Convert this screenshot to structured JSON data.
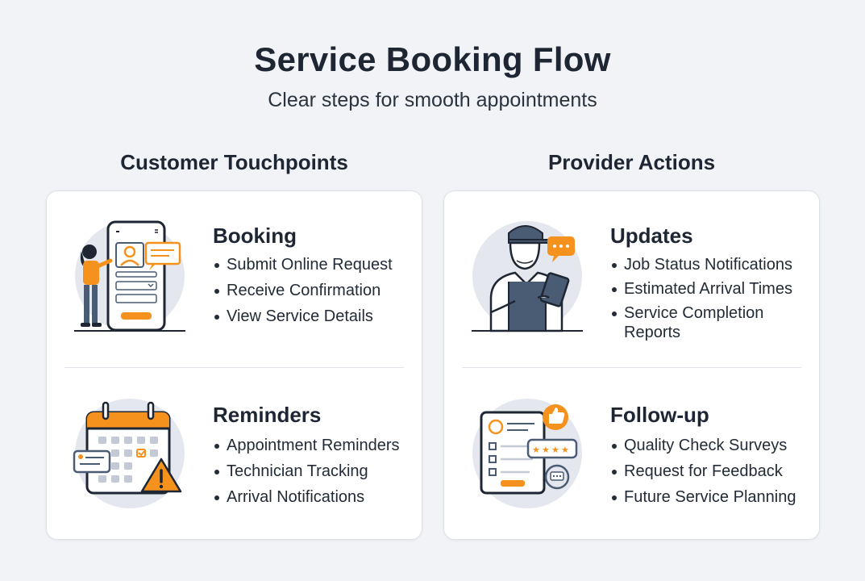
{
  "header": {
    "title": "Service Booking Flow",
    "subtitle": "Clear steps for smooth appointments"
  },
  "colors": {
    "accent": "#f5921e",
    "ink": "#1e2633",
    "slate": "#4a5b74",
    "circle": "#e4e8ee"
  },
  "columns": [
    {
      "heading": "Customer Touchpoints",
      "sections": [
        {
          "title": "Booking",
          "icon": "phone-booking-icon",
          "items": [
            "Submit Online Request",
            "Receive Confirmation",
            "View Service Details"
          ]
        },
        {
          "title": "Reminders",
          "icon": "calendar-alert-icon",
          "items": [
            "Appointment Reminders",
            "Technician Tracking",
            "Arrival Notifications"
          ]
        }
      ]
    },
    {
      "heading": "Provider Actions",
      "sections": [
        {
          "title": "Updates",
          "icon": "technician-tablet-icon",
          "items": [
            "Job Status Notifications",
            "Estimated Arrival Times",
            "Service Completion Reports"
          ]
        },
        {
          "title": "Follow-up",
          "icon": "feedback-form-icon",
          "items": [
            "Quality Check Surveys",
            "Request for Feedback",
            "Future Service Planning"
          ]
        }
      ]
    }
  ]
}
